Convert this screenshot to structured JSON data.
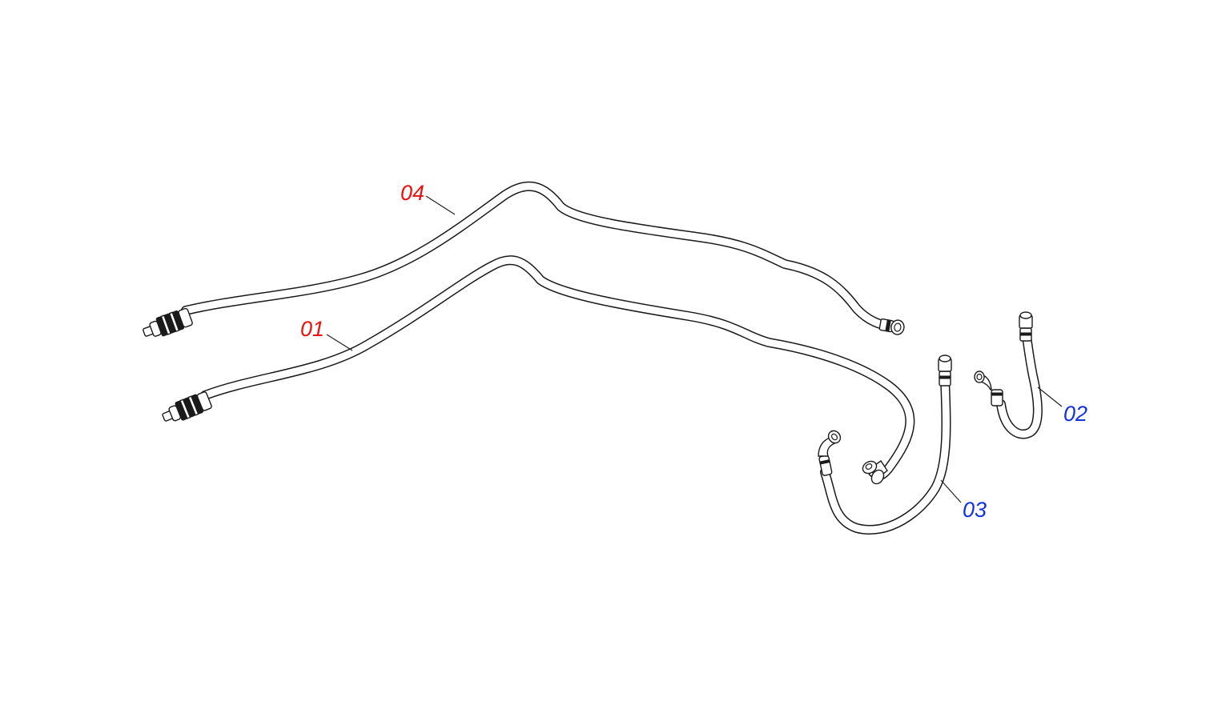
{
  "diagram": {
    "type": "exploded parts drawing",
    "colors": {
      "line": "#1a1a1a",
      "callout_red": "#e8130e",
      "callout_blue": "#1432e0",
      "background": "#ffffff"
    },
    "callouts": [
      {
        "id": "01",
        "label": "01",
        "color": "#e8130e"
      },
      {
        "id": "02",
        "label": "02",
        "color": "#1432e0"
      },
      {
        "id": "03",
        "label": "03",
        "color": "#1432e0"
      },
      {
        "id": "04",
        "label": "04",
        "color": "#e8130e"
      }
    ]
  }
}
